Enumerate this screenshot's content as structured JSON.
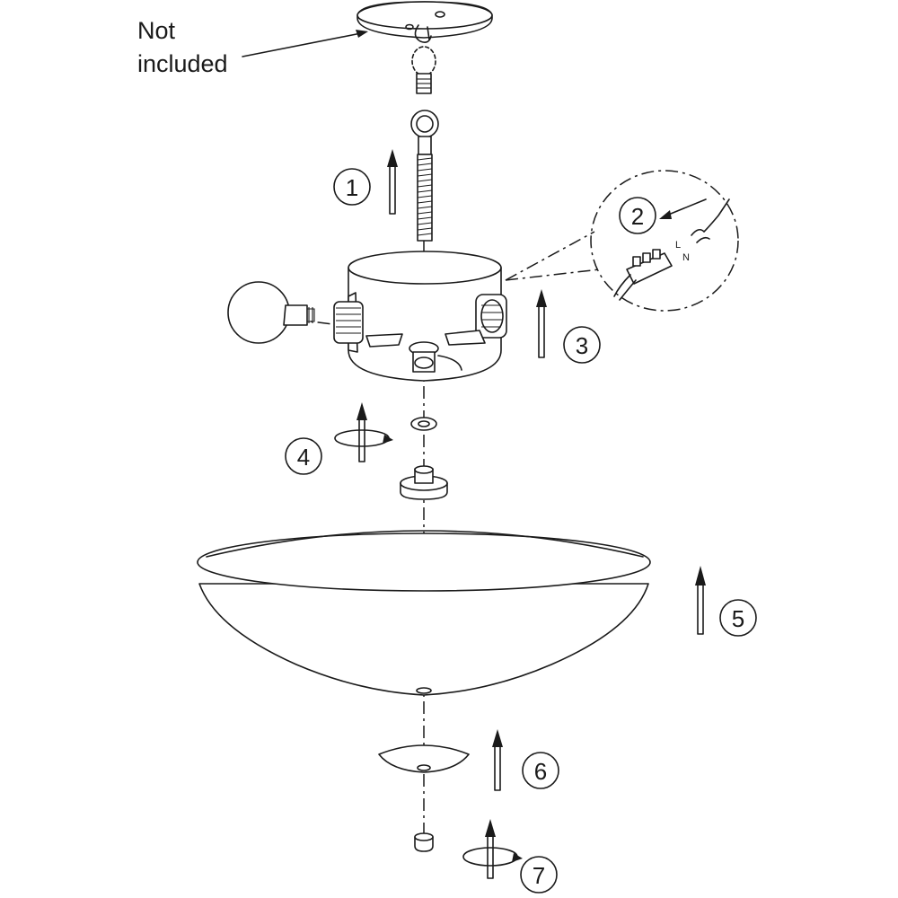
{
  "note": {
    "line1": "Not",
    "line2": "included"
  },
  "detail_labels": {
    "live": "L",
    "neutral": "N"
  },
  "steps": [
    {
      "number": "1",
      "action": "arrow-up"
    },
    {
      "number": "2",
      "action": "arrow-in"
    },
    {
      "number": "3",
      "action": "arrow-up"
    },
    {
      "number": "4",
      "action": "rotate-up"
    },
    {
      "number": "5",
      "action": "arrow-up"
    },
    {
      "number": "6",
      "action": "arrow-up"
    },
    {
      "number": "7",
      "action": "rotate-up"
    }
  ],
  "colors": {
    "ink": "#1a1a1a",
    "background": "#ffffff"
  }
}
